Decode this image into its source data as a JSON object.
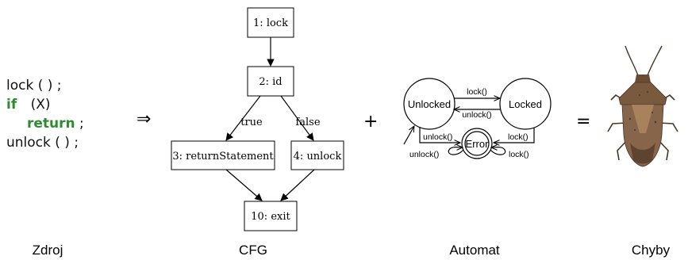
{
  "source_code": {
    "lines": [
      {
        "text": "lock();",
        "keyword": false
      },
      {
        "text": "if (X)",
        "keyword_part": "if",
        "rest": " (X)"
      },
      {
        "text": "return;",
        "keyword_part": "return",
        "rest": ";"
      },
      {
        "text": "unlock();",
        "keyword": false
      }
    ],
    "line1": "lock ( ) ;",
    "line2_kw": "if",
    "line2_rest": "(X)",
    "line3_kw": "return",
    "line3_rest": ";",
    "line4": "unlock ( ) ;"
  },
  "operators": {
    "implies": "⇒",
    "plus": "+",
    "equals": "="
  },
  "cfg": {
    "nodes": {
      "n1": "1: lock",
      "n2": "2: id",
      "n3": "3: returnStatement",
      "n4": "4: unlock",
      "n10": "10: exit"
    },
    "edge_labels": {
      "true": "true",
      "false": "false"
    }
  },
  "automaton": {
    "states": {
      "unlocked": "Unlocked",
      "locked": "Locked",
      "error": "Error"
    },
    "transitions": {
      "unlocked_to_locked": "lock()",
      "locked_to_unlocked": "unlock()",
      "unlocked_to_error": "unlock()",
      "locked_to_error": "lock()",
      "error_self_left": "unlock()",
      "error_self_right": "lock()"
    }
  },
  "bug_image": {
    "icon": "stink-bug-icon",
    "colors": {
      "body": "#7a5a3e",
      "dark": "#4a3424",
      "light": "#a8825c"
    }
  },
  "captions": {
    "source": "Zdroj",
    "cfg": "CFG",
    "automaton": "Automat",
    "bugs": "Chyby"
  }
}
